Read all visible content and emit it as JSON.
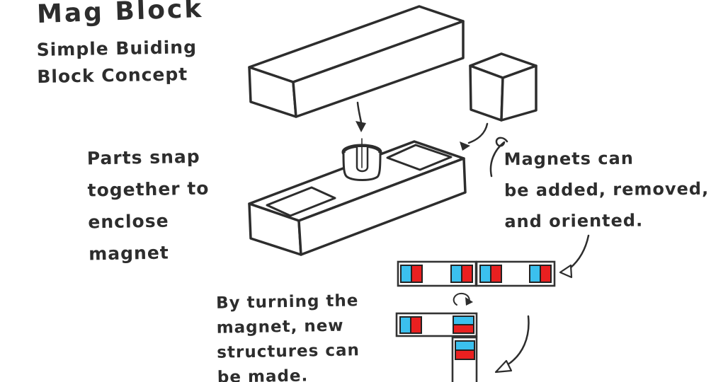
{
  "header": {
    "title": "Mag Block",
    "subtitle": "Simple Buiding\nBlock Concept"
  },
  "annotations": {
    "parts_snap": "Parts snap\ntogether to\nenclose\nmagnet",
    "magnets_can": "Magnets can\nbe added, removed,\nand oriented.",
    "by_turning": "By turning the\nmagnet, new\nstructures can\nbe made."
  },
  "colors": {
    "ink": "#2d2d2d",
    "outline": "#333333",
    "magnet_blue": "#3bc0ee",
    "magnet_red": "#e92020",
    "background": "#ffffff"
  },
  "diagram": {
    "top_cap": "long rectangular cap block, 3D hand sketch",
    "magnet_cube": "small cube magnet, 3D hand sketch",
    "base_block": "base block with two recessed squares and slotted cylindrical magnet holder",
    "assembly_row": "two blocks joined end to end, each with a blue/red magnet pair at both ends",
    "assembly_l": "L-shaped assembly: horizontal block with one rotated magnet plus vertical block hanging below",
    "magnet_pole_left_color": "blue",
    "magnet_pole_right_color": "red"
  }
}
